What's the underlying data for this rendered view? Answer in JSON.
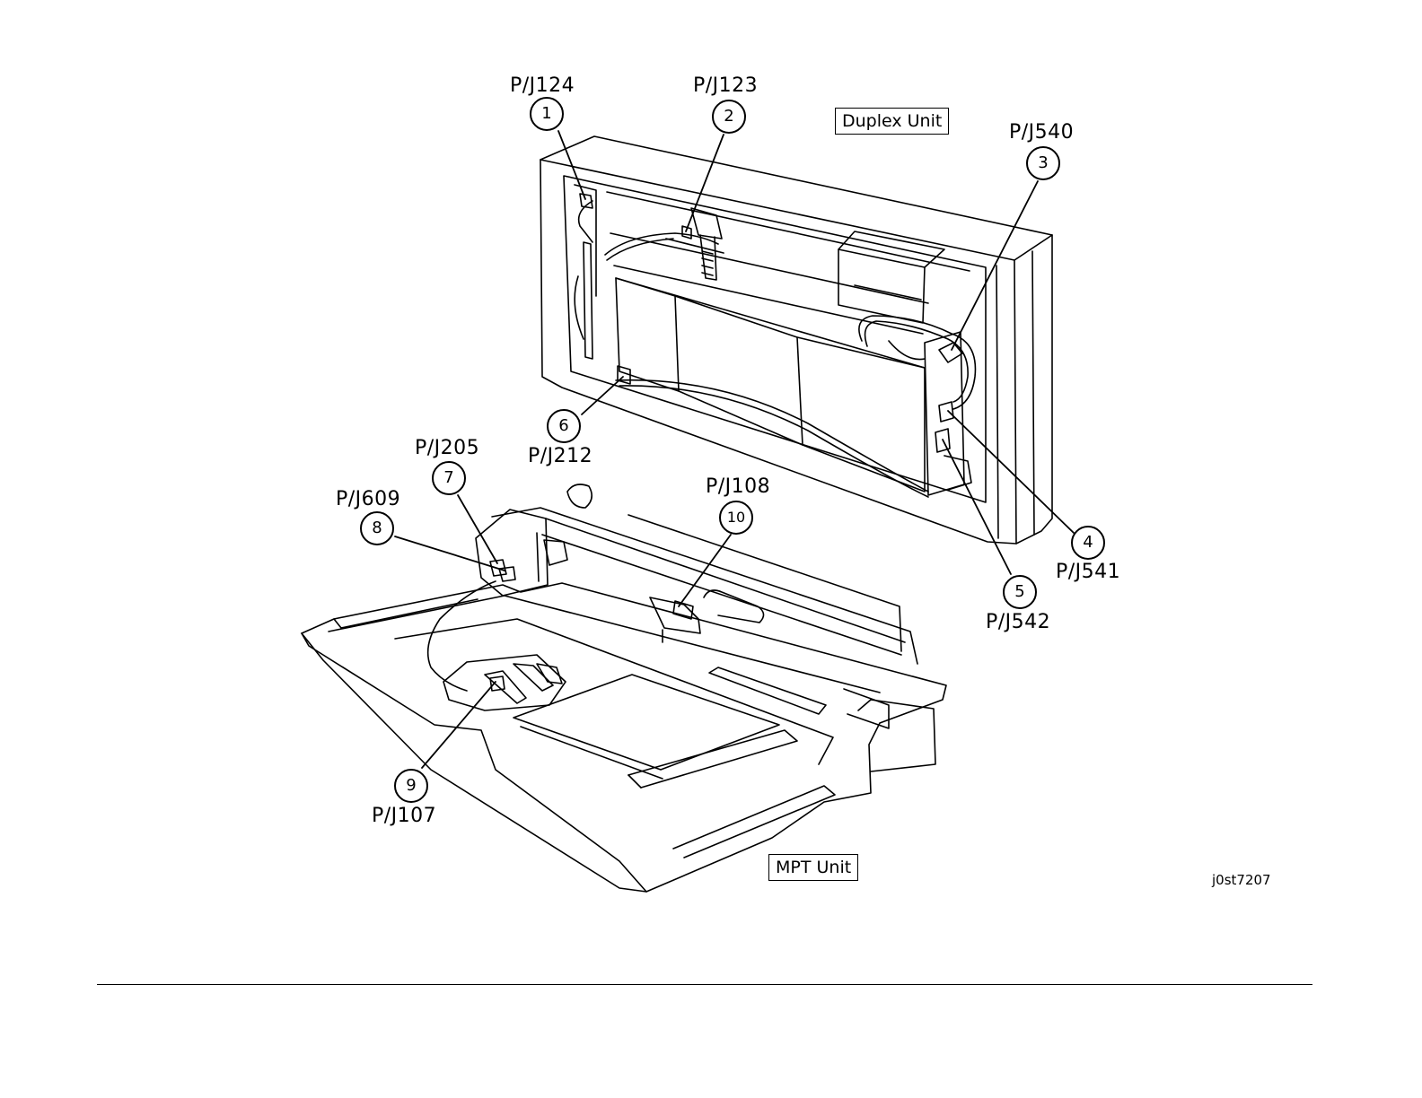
{
  "units": {
    "duplex": "Duplex Unit",
    "mpt": "MPT Unit"
  },
  "figure_id": "j0st7207",
  "callouts": [
    {
      "n": "1",
      "connector": "P/J124"
    },
    {
      "n": "2",
      "connector": "P/J123"
    },
    {
      "n": "3",
      "connector": "P/J540"
    },
    {
      "n": "4",
      "connector": "P/J541"
    },
    {
      "n": "5",
      "connector": "P/J542"
    },
    {
      "n": "6",
      "connector": "P/J212"
    },
    {
      "n": "7",
      "connector": "P/J205"
    },
    {
      "n": "8",
      "connector": "P/J609"
    },
    {
      "n": "9",
      "connector": "P/J107"
    },
    {
      "n": "10",
      "connector": "P/J108"
    }
  ]
}
